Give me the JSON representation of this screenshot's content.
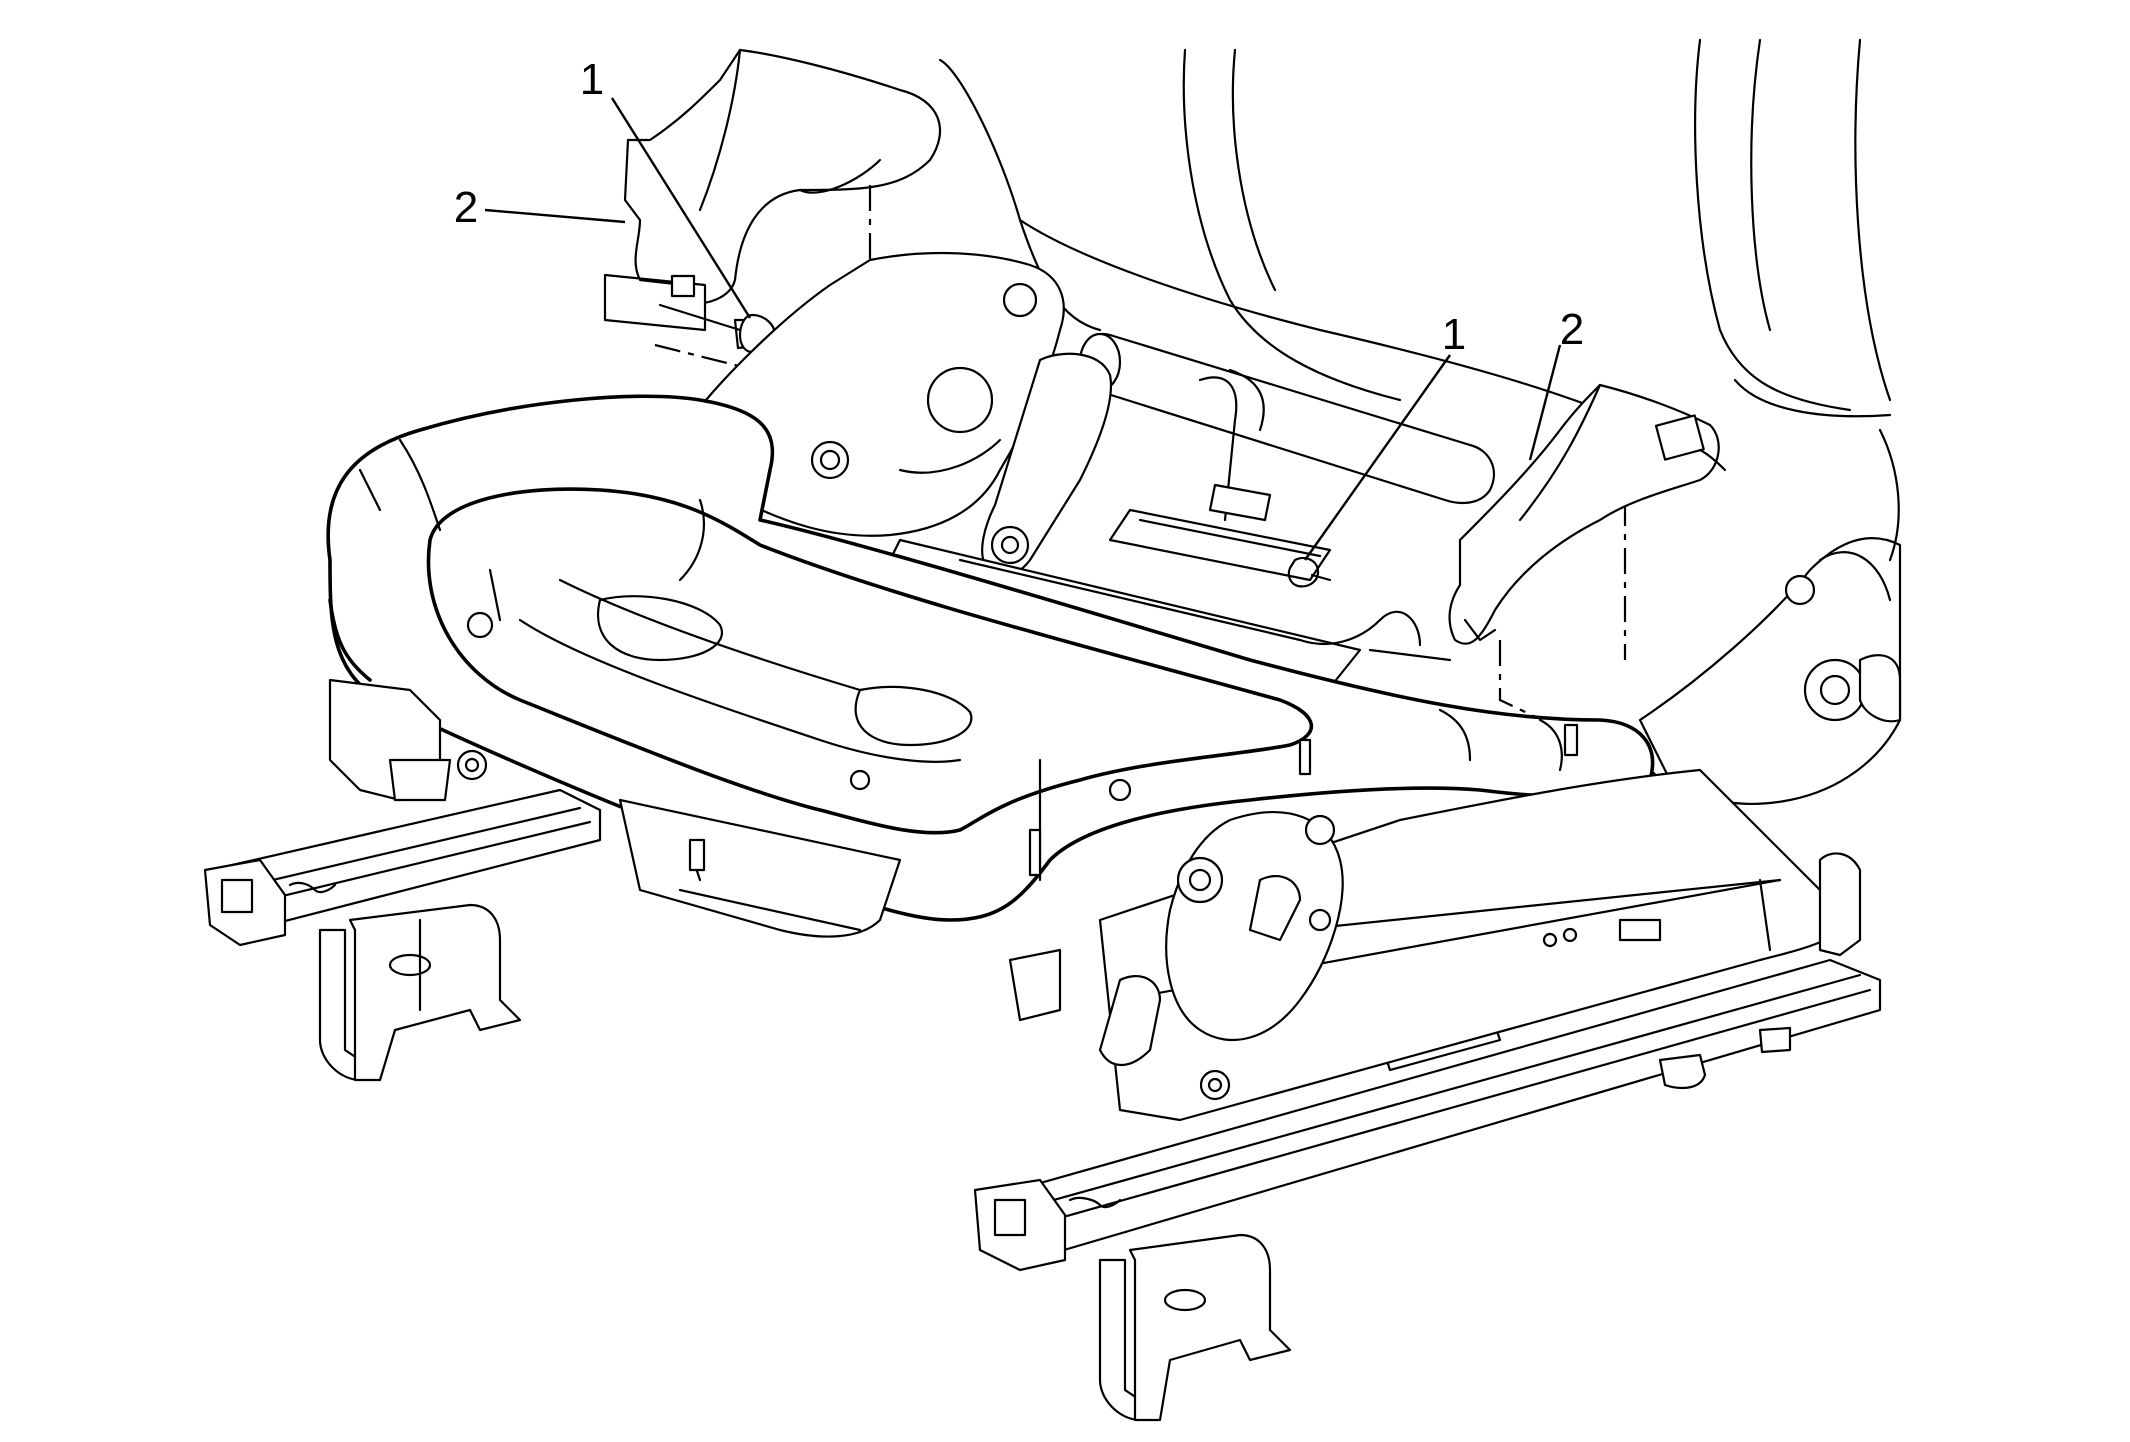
{
  "diagram": {
    "callouts": [
      {
        "id": "left-bolt",
        "text": "1"
      },
      {
        "id": "left-bracket",
        "text": "2"
      },
      {
        "id": "right-bolt",
        "text": "1"
      },
      {
        "id": "right-bracket",
        "text": "2"
      }
    ]
  }
}
